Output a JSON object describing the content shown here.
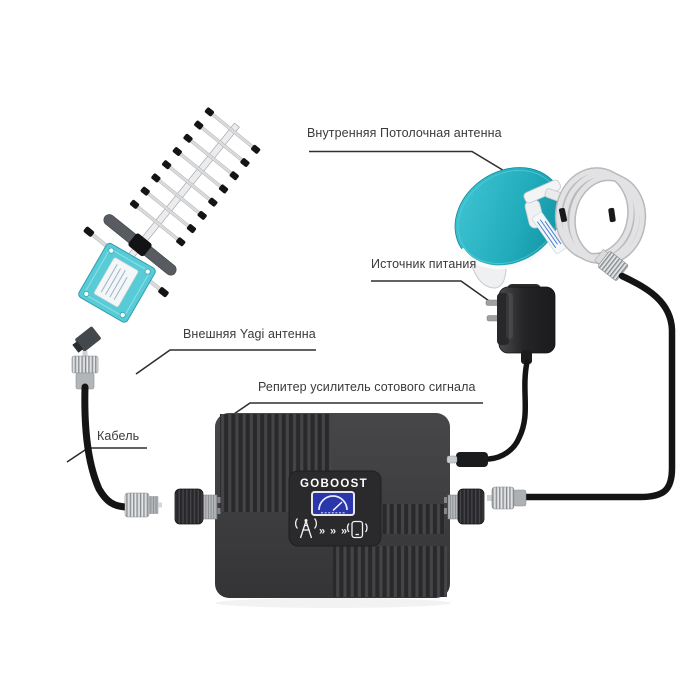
{
  "labels": {
    "indoor_antenna": "Внутренняя Потолочная антенна",
    "power_supply": "Источник питания",
    "outdoor_antenna": "Внешняя Yagi антенна",
    "cable": "Кабель",
    "repeater": "Репитер усилитель сотового сигнала"
  },
  "device": {
    "brand": "GOBOOST",
    "chevron": "»"
  },
  "colors": {
    "teal_accent": "#2ab4c4",
    "device_body": "#3e3e41",
    "panel_dark": "#2a2a2c",
    "lcd_screen": "#2a36ac",
    "cable_black": "#141414",
    "label_text": "#3a3a3a",
    "pointer_line": "#2f2f2f"
  }
}
